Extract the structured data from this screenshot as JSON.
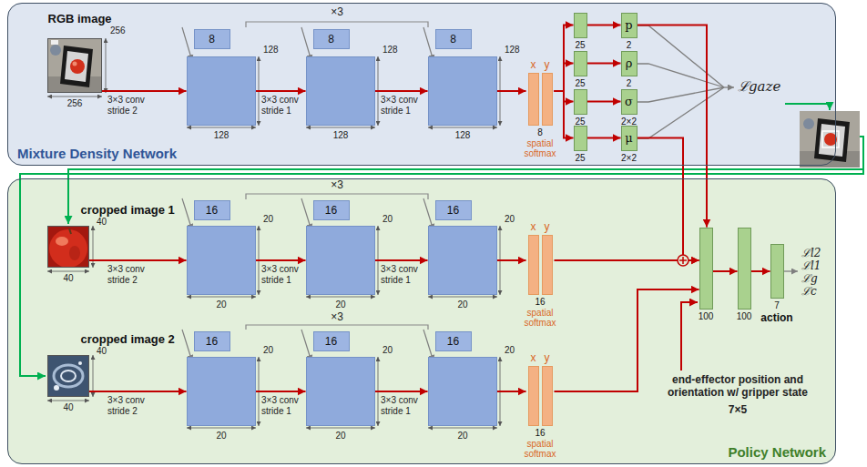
{
  "diagram": {
    "nodes": [
      {
        "text": [
          "Mixture Density Network"
        ]
      },
      {
        "text": [
          "RGB image"
        ],
        "in": 0
      },
      {
        "text": [
          "8"
        ],
        "in": 0
      },
      {
        "text": [
          "8"
        ],
        "in": 0
      },
      {
        "text": [
          "8"
        ],
        "in": 0
      },
      {
        "text": [
          "x",
          "y",
          "8",
          "spatial softmax"
        ],
        "in": 0
      },
      {
        "text": [
          "25"
        ],
        "in": 0
      },
      {
        "text": [
          "25"
        ],
        "in": 0
      },
      {
        "text": [
          "25"
        ],
        "in": 0
      },
      {
        "text": [
          "25"
        ],
        "in": 0
      },
      {
        "text": [
          "p",
          "2"
        ],
        "in": 0
      },
      {
        "text": [
          "ρ",
          "2"
        ],
        "in": 0
      },
      {
        "text": [
          "σ",
          "2×2"
        ],
        "in": 0
      },
      {
        "text": [
          "μ",
          "2×2"
        ],
        "in": 0
      },
      {
        "text": [
          "Policy Network"
        ]
      },
      {
        "text": [
          "cropped image 1"
        ],
        "in": 14
      },
      {
        "text": [
          "16"
        ],
        "in": 14
      },
      {
        "text": [
          "16"
        ],
        "in": 14
      },
      {
        "text": [
          "16"
        ],
        "in": 14
      },
      {
        "text": [
          "x",
          "y",
          "16",
          "spatial softmax"
        ],
        "in": 14
      },
      {
        "text": [
          "cropped image 2"
        ],
        "in": 14
      },
      {
        "text": [
          "16"
        ],
        "in": 14
      },
      {
        "text": [
          "16"
        ],
        "in": 14
      },
      {
        "text": [
          "16"
        ],
        "in": 14
      },
      {
        "text": [
          "x",
          "y",
          "16",
          "spatial softmax"
        ],
        "in": 14
      },
      {
        "text": [
          "100"
        ],
        "in": 14
      },
      {
        "text": [
          "100"
        ],
        "in": 14
      },
      {
        "text": [
          "7",
          "action"
        ],
        "in": 14
      }
    ],
    "edges": [
      {
        "from": 1,
        "to": 2,
        "arrow": "to"
      },
      {
        "from": 2,
        "to": 3,
        "arrow": "to"
      },
      {
        "from": 3,
        "to": 4,
        "arrow": "to"
      },
      {
        "from": 4,
        "to": 5,
        "arrow": "to"
      },
      {
        "from": 5,
        "to": 6,
        "arrow": "to"
      },
      {
        "from": 5,
        "to": 7,
        "arrow": "to"
      },
      {
        "from": 5,
        "to": 8,
        "arrow": "to"
      },
      {
        "from": 5,
        "to": 9,
        "arrow": "to"
      },
      {
        "from": 6,
        "to": 10,
        "arrow": "to"
      },
      {
        "from": 7,
        "to": 11,
        "arrow": "to"
      },
      {
        "from": 8,
        "to": 12,
        "arrow": "to"
      },
      {
        "from": 9,
        "to": 13,
        "arrow": "to"
      },
      {
        "from": 15,
        "to": 16,
        "arrow": "to"
      },
      {
        "from": 16,
        "to": 17,
        "arrow": "to"
      },
      {
        "from": 17,
        "to": 18,
        "arrow": "to"
      },
      {
        "from": 18,
        "to": 19,
        "arrow": "to"
      },
      {
        "from": 20,
        "to": 21,
        "arrow": "to"
      },
      {
        "from": 21,
        "to": 22,
        "arrow": "to"
      },
      {
        "from": 22,
        "to": 23,
        "arrow": "to"
      },
      {
        "from": 23,
        "to": 24,
        "arrow": "to"
      },
      {
        "from": 19,
        "to": 25,
        "arrow": "to"
      },
      {
        "from": 13,
        "to": 25,
        "arrow": "to"
      },
      {
        "from": 10,
        "to": 25,
        "arrow": "to"
      },
      {
        "from": 24,
        "to": 25,
        "arrow": "to"
      },
      {
        "from": 25,
        "to": 26,
        "arrow": "to"
      },
      {
        "from": 26,
        "to": 27,
        "arrow": "to"
      }
    ],
    "labels": [
      "×3",
      "256",
      "256",
      "3×3 conv stride 2",
      "128",
      "128",
      "3×3 conv stride 1",
      "128",
      "128",
      "3×3 conv stride 1",
      "128",
      "128",
      "ℒgaze",
      "×3",
      "40",
      "40",
      "3×3 conv stride 2",
      "20",
      "20",
      "3×3 conv stride 1",
      "20",
      "20",
      "3×3 conv stride 1",
      "20",
      "20",
      "×3",
      "40",
      "40",
      "3×3 conv stride 2",
      "20",
      "20",
      "3×3 conv stride 1",
      "20",
      "20",
      "3×3 conv stride 1",
      "20",
      "20",
      "end-effector position and orientation w/ gripper state",
      "7×5",
      "ℒl2",
      "ℒl1",
      "ℒg",
      "ℒc"
    ]
  }
}
